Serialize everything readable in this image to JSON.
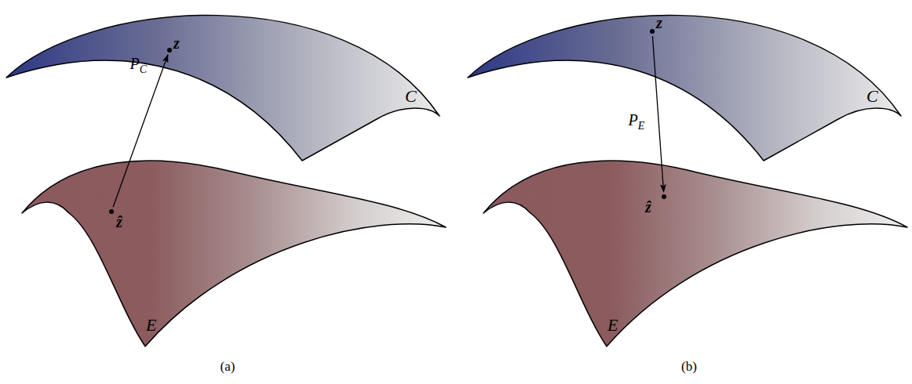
{
  "diagram": {
    "nodes": [
      {
        "text": [
          "C"
        ]
      },
      {
        "text": [
          "z"
        ],
        "in": 0
      },
      {
        "text": [
          "E"
        ]
      },
      {
        "text": [
          "ẑ"
        ],
        "in": 2
      },
      {
        "text": [
          "C"
        ]
      },
      {
        "text": [
          "z"
        ],
        "in": 4
      },
      {
        "text": [
          "E"
        ]
      },
      {
        "text": [
          "ẑ"
        ],
        "in": 6
      }
    ],
    "edges": [
      {
        "from": 3,
        "to": 1,
        "arrow": "to",
        "label": "PC"
      },
      {
        "from": 5,
        "to": 7,
        "arrow": "to",
        "label": "PE"
      }
    ],
    "labels": [
      "(a)",
      "(b)"
    ]
  }
}
